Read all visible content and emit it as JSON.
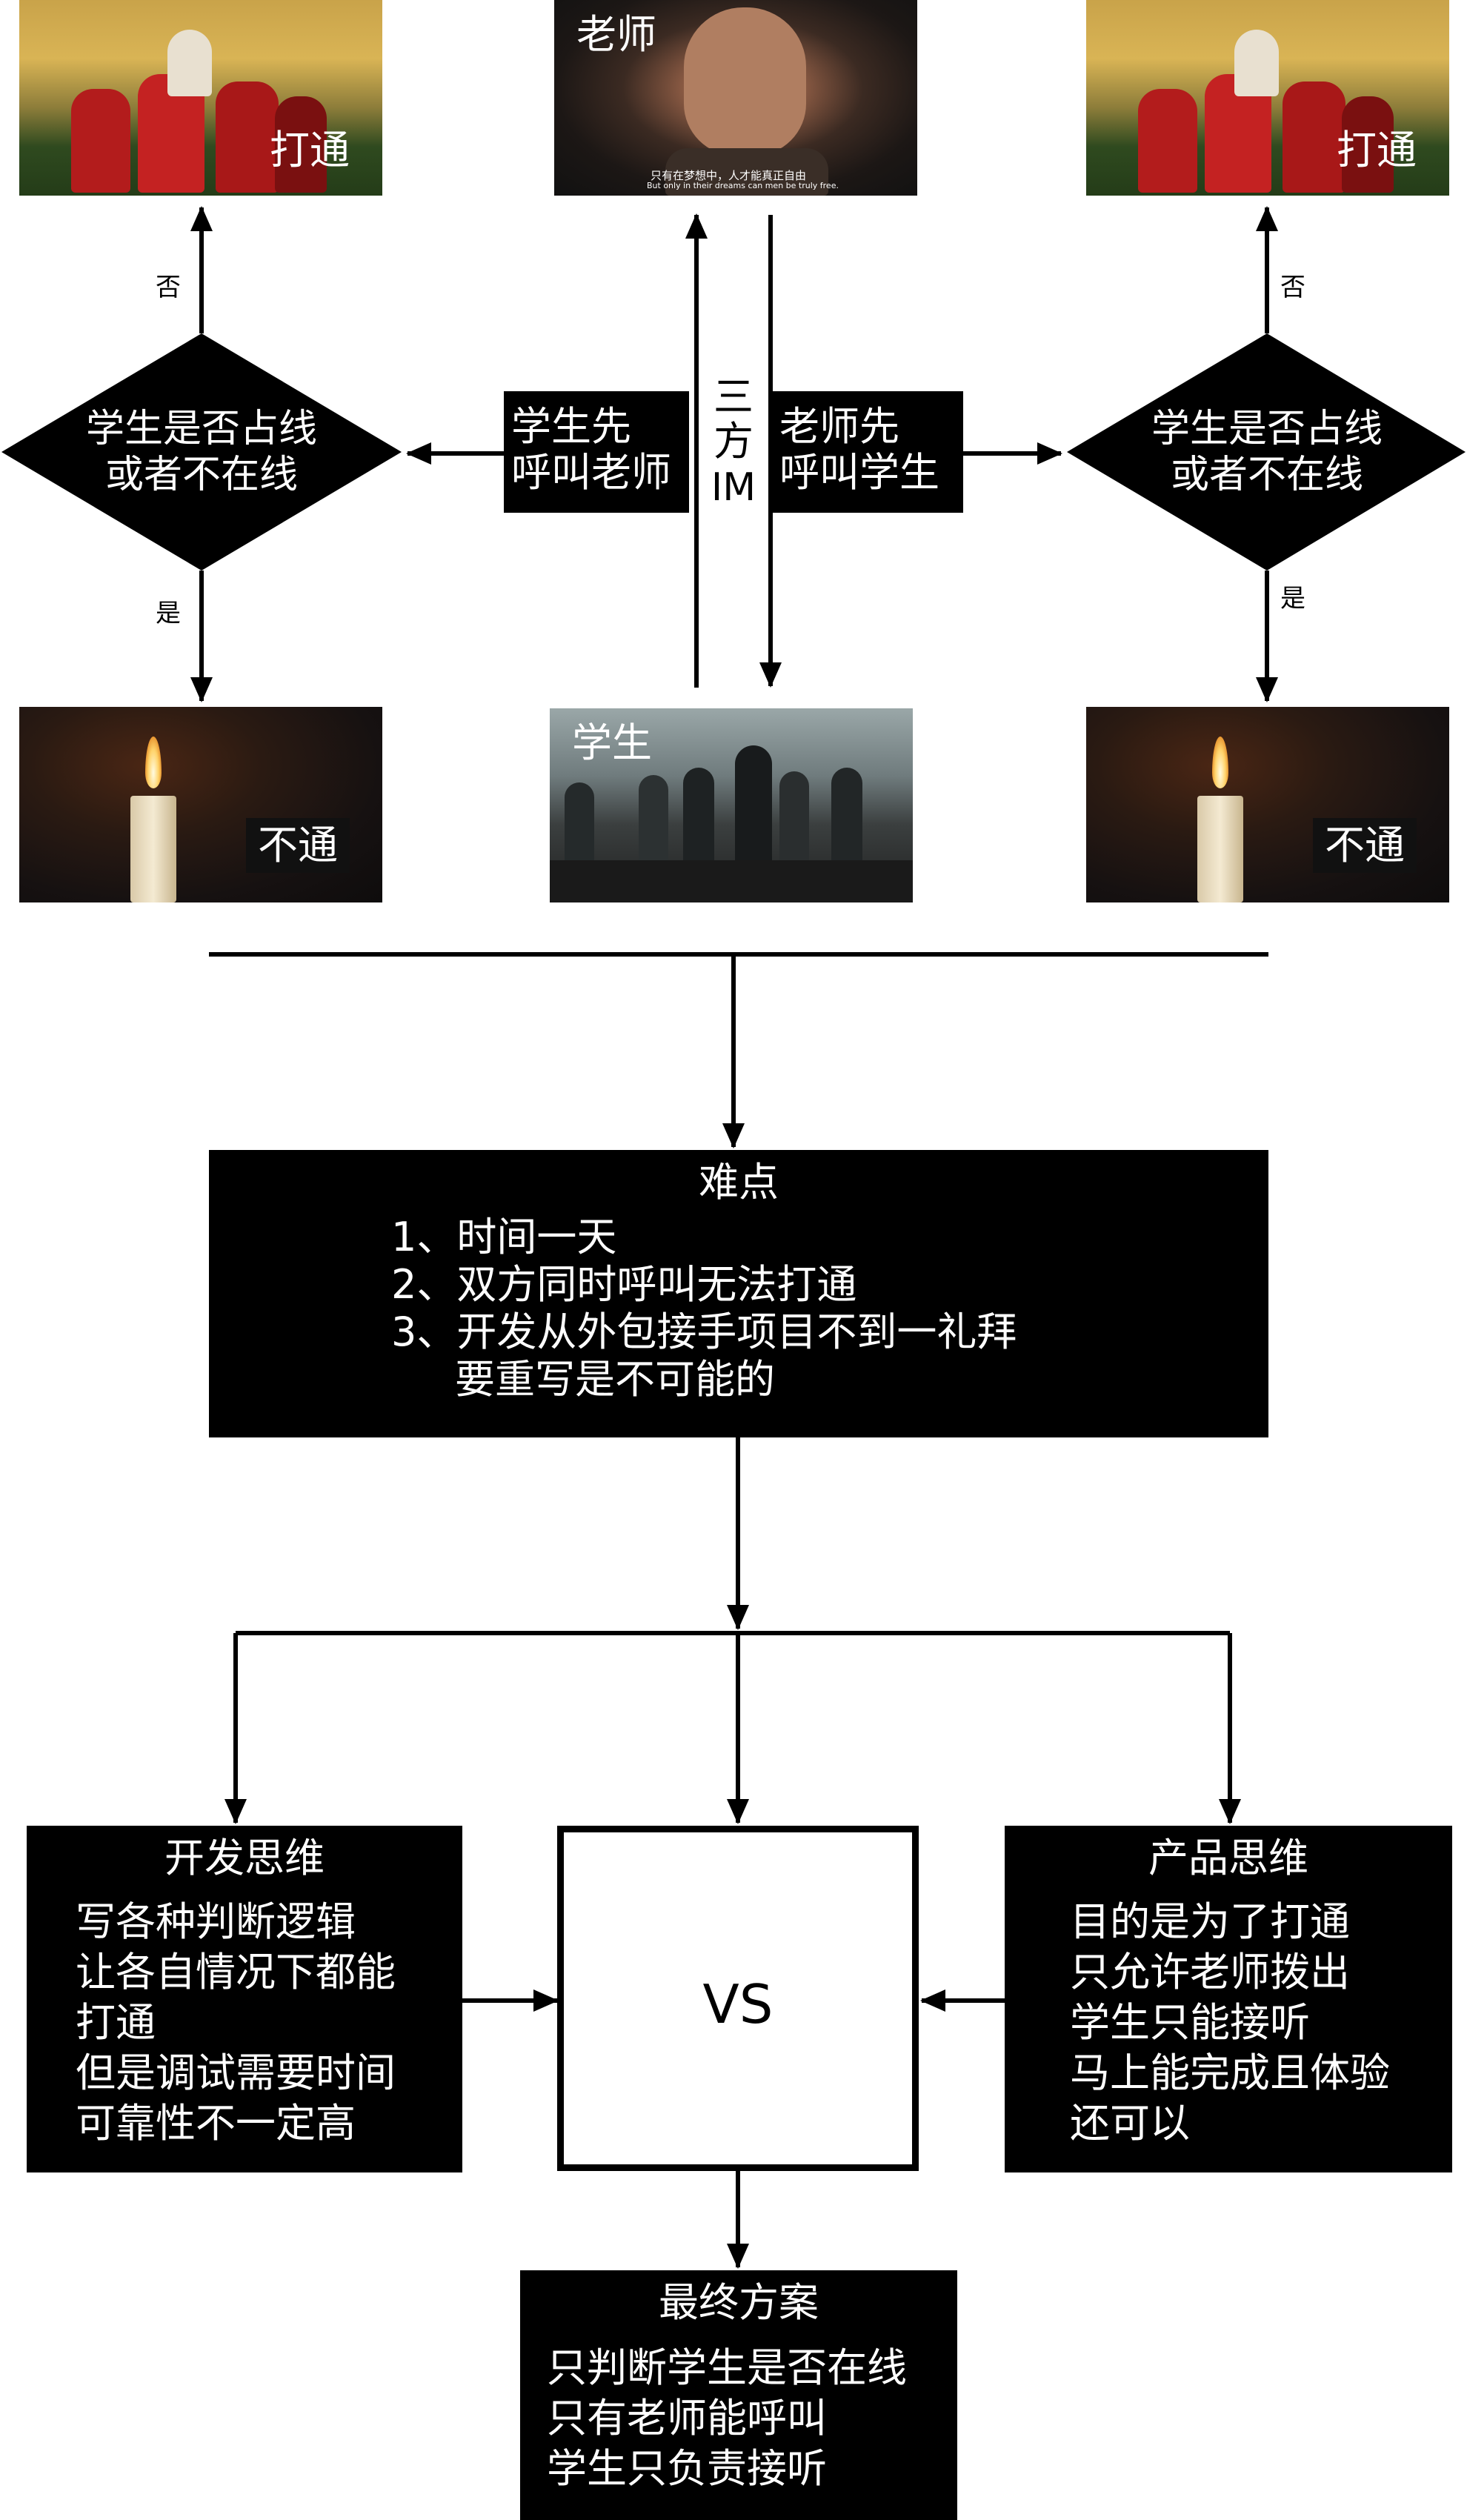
{
  "top": {
    "left_image_caption": "打通",
    "teacher_caption": "老师",
    "teacher_subtitle_cn": "只有在梦想中，人才能真正自由",
    "teacher_subtitle_en": "But only in their dreams can men be truly free.",
    "right_image_caption": "打通"
  },
  "flow": {
    "left_label": [
      "学生先",
      "呼叫老师"
    ],
    "center_label": [
      "三",
      "方",
      "IM"
    ],
    "right_label": [
      "老师先",
      "呼叫学生"
    ],
    "left_decision": [
      "学生是否占线",
      "或者不在线"
    ],
    "right_decision": [
      "学生是否占线",
      "或者不在线"
    ],
    "no_label": "否",
    "yes_label": "是",
    "left_fail_caption": "不通",
    "student_caption": "学生",
    "right_fail_caption": "不通"
  },
  "difficulty": {
    "title": "难点",
    "lines": [
      "1、时间一天",
      "2、双方同时呼叫无法打通",
      "3、开发从外包接手项目不到一礼拜",
      "要重写是不可能的"
    ]
  },
  "dev_thinking": {
    "title": "开发思维",
    "lines": [
      "写各种判断逻辑",
      "让各自情况下都能",
      "打通",
      "但是调试需要时间",
      "可靠性不一定高"
    ]
  },
  "vs": {
    "label": "VS"
  },
  "product_thinking": {
    "title": "产品思维",
    "lines": [
      "目的是为了打通",
      "只允许老师拨出",
      "学生只能接听",
      "马上能完成且体验",
      "还可以"
    ]
  },
  "final": {
    "title": "最终方案",
    "lines": [
      "只判断学生是否在线",
      "只有老师能呼叫",
      "学生只负责接听"
    ]
  }
}
